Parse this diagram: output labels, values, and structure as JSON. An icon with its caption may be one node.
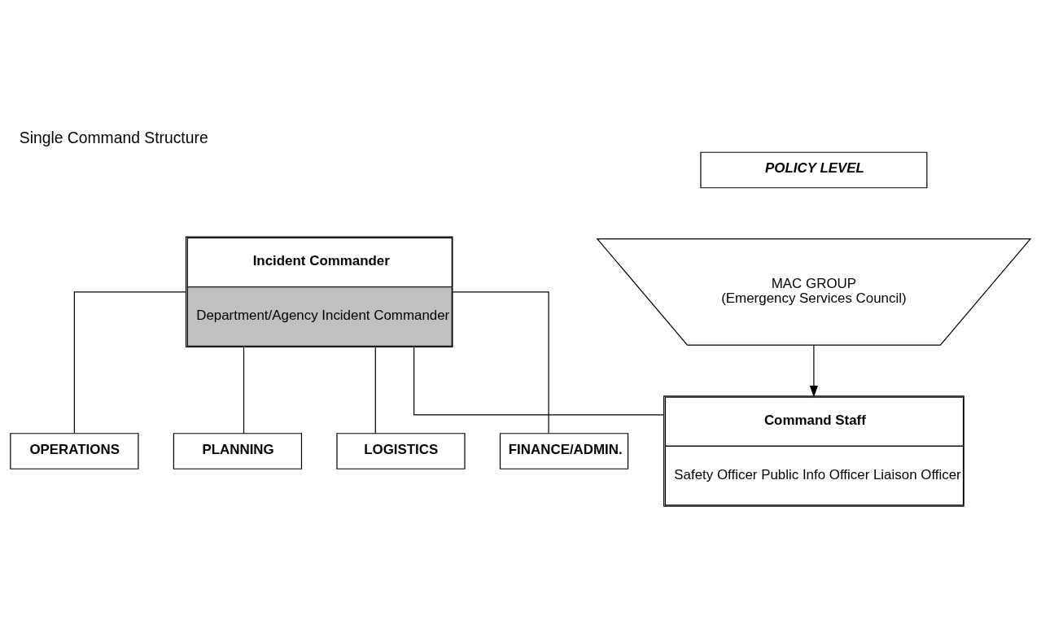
{
  "diagram": {
    "title": "Single Command Structure",
    "nodes": [
      {
        "text": [
          "Incident Commander",
          "Department/Agency Incident Commander"
        ]
      },
      {
        "text": [
          "Command Staff",
          "Safety Officer Public Info Officer Liaison Officer"
        ]
      },
      {
        "text": [
          "POLICY LEVEL"
        ]
      },
      {
        "text": [
          "MAC GROUP",
          "(Emergency Services Council)"
        ]
      },
      {
        "text": [
          "OPERATIONS"
        ]
      },
      {
        "text": [
          "PLANNING"
        ]
      },
      {
        "text": [
          "LOGISTICS"
        ]
      },
      {
        "text": [
          "FINANCE/ADMIN."
        ]
      }
    ],
    "edges": [
      {
        "from": 0,
        "to": 4,
        "arrow": "none"
      },
      {
        "from": 0,
        "to": 5,
        "arrow": "none"
      },
      {
        "from": 0,
        "to": 6,
        "arrow": "none"
      },
      {
        "from": 0,
        "to": 7,
        "arrow": "none"
      },
      {
        "from": 1,
        "to": 0,
        "arrow": "none"
      },
      {
        "from": 3,
        "to": 1,
        "arrow": "to"
      }
    ]
  }
}
